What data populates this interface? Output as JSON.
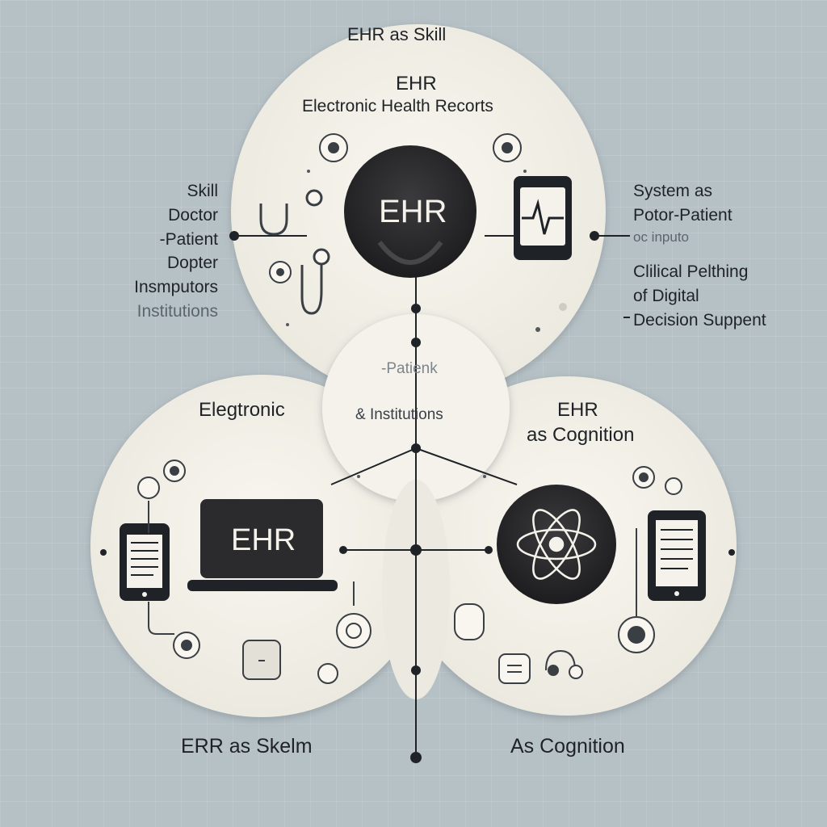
{
  "header": {
    "title": "EHR as Skill"
  },
  "top_circle": {
    "title": "EHR",
    "subtitle": "Electronic Health Recorts",
    "badge": "EHR"
  },
  "center_circle": {
    "line1": "-Patienk",
    "line2": "& Institutions"
  },
  "left_circle": {
    "title": "Elegtronic",
    "screen_label": "EHR"
  },
  "right_circle": {
    "title_line1": "EHR",
    "title_line2": "as Cognition"
  },
  "left_notes": [
    "Skill",
    "Doctor",
    "-Patient",
    "Dopter",
    "Insmputors",
    "Institutions"
  ],
  "right_notes_top": [
    "System as",
    "Potor-Patient",
    "oc inputo"
  ],
  "right_notes_bottom": [
    "Clilical Pelthing",
    "of Digital",
    "Decision Suppent"
  ],
  "bottom_labels": {
    "left": "ERR as Skelm",
    "right": "As Cognition"
  },
  "icons": [
    "record-icon",
    "stethoscope-icon",
    "tablet-heartbeat-icon",
    "document-tablet-icon",
    "laptop-icon",
    "atom-icon",
    "node-icon",
    "dial-icon"
  ],
  "colors": {
    "background": "#b6c1c6",
    "circle_fill": "#f1efe7",
    "dark": "#2c2c2e",
    "line": "#1f2327"
  }
}
